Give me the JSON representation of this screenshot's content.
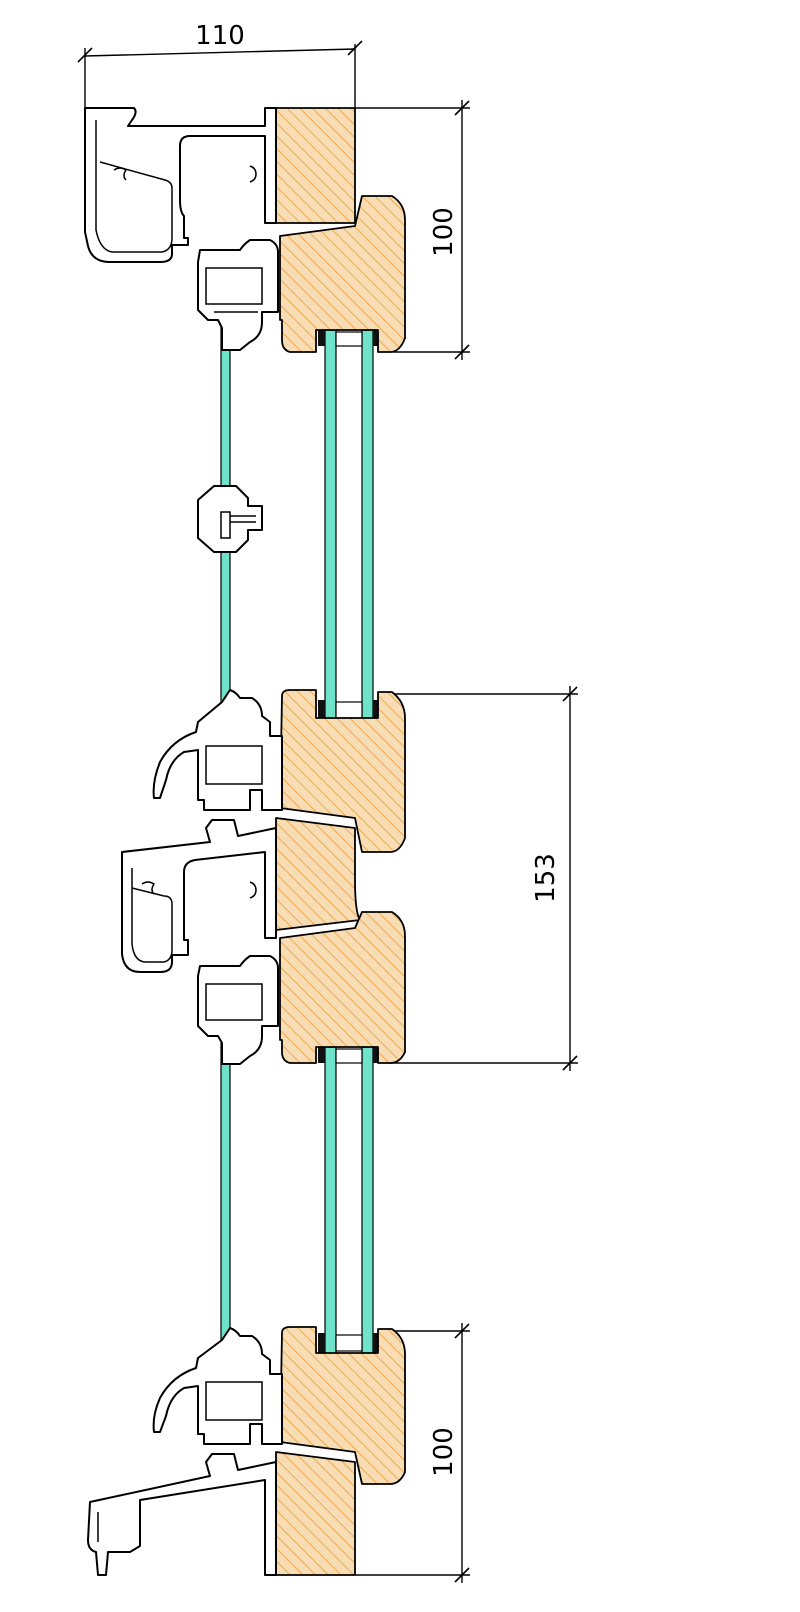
{
  "dimensions": {
    "top_width": "110",
    "top_height": "100",
    "middle_height": "153",
    "bottom_height": "100"
  },
  "colors": {
    "wood_fill": "#f8ddb4",
    "wood_hatch": "#f0a94a",
    "glass": "#6fe3c9",
    "line": "#000000",
    "background": "#ffffff"
  }
}
